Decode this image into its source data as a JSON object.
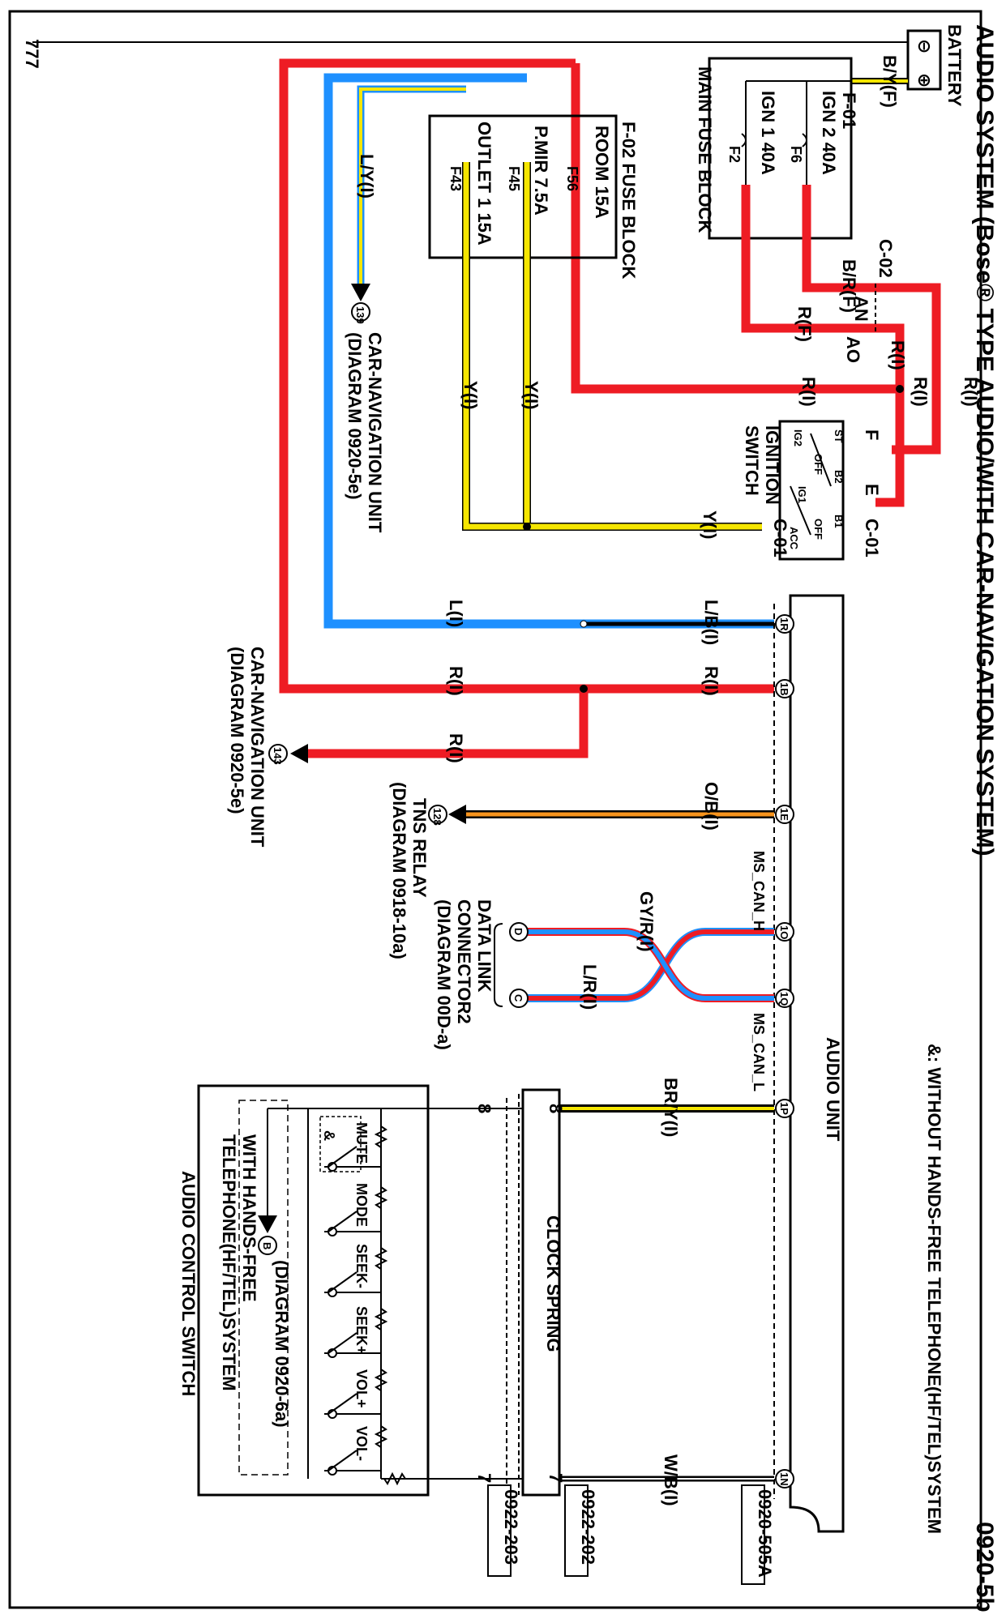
{
  "title": "AUDIO SYSTEM (Bose® TYPE AUDIO/WITH CAR-NAVIGATION SYSTEM)",
  "page_code": "0920-5b",
  "corner_mark": "777",
  "note": "&: WITHOUT HANDS-FREE TELEPHONE(HF/TEL)SYSTEM",
  "colors": {
    "red": "#ee1c24",
    "blue": "#1e90ff",
    "yellow": "#f5e600",
    "orange": "#f7941d",
    "black": "#000000"
  },
  "battery": {
    "label": "BATTERY",
    "minus": "⊖",
    "plus": "⊕"
  },
  "main_fuse_block": {
    "label": "MAIN FUSE BLOCK",
    "connector": "F-01",
    "fuses": [
      {
        "name": "IGN 2 40A",
        "id": "F6"
      },
      {
        "name": "IGN 1 40A",
        "id": "F2"
      }
    ]
  },
  "fuse_block_f02": {
    "label": "F-02 FUSE BLOCK",
    "fuses": [
      {
        "name": "ROOM 15A",
        "id": "F56"
      },
      {
        "name": "P.MIR 7.5A",
        "id": "F45"
      },
      {
        "name": "OUTLET 1 15A",
        "id": "F43"
      }
    ]
  },
  "ignition_switch": {
    "label_1": "IGNITION",
    "label_2": "SWITCH",
    "connector": "C-01",
    "terminal_f": "F",
    "terminal_e": "E",
    "positions": [
      "ST",
      "B2",
      "IG2",
      "OFF",
      "IG1",
      "B1",
      "ACC",
      "OFF"
    ]
  },
  "connector_c02": {
    "label": "C-02",
    "pin_an": "AN",
    "pin_ao": "AO"
  },
  "wires": {
    "by": "B/Y(F)",
    "brf": "B/R(F)",
    "rf": "R(F)",
    "ri": "R(I)",
    "yi": "Y(I)",
    "ly": "L/Y(I)",
    "li": "L(I)",
    "lb": "L/B(I)",
    "ob": "O/B(I)",
    "gyr": "GY/R(I)",
    "lr": "L/R(I)",
    "bry": "BR/Y(I)",
    "wb": "W/B(I)"
  },
  "nav_unit_1": {
    "label": "CAR-NAVIGATION UNIT",
    "diagram": "(DIAGRAM 0920-5e)",
    "ref": "139"
  },
  "nav_unit_2": {
    "label": "CAR-NAVIGATION UNIT",
    "diagram": "(DIAGRAM 0920-5e)",
    "ref": "143"
  },
  "tns_relay": {
    "label": "TNS RELAY",
    "diagram": "(DIAGRAM 0918-10a)",
    "ref": "128"
  },
  "data_link": {
    "label_1": "DATA LINK",
    "label_2": "CONNECTOR2",
    "diagram": "(DIAGRAM 00D-a)",
    "pin_d": "D",
    "pin_c": "C"
  },
  "can": {
    "high": "MS_CAN_H",
    "low": "MS_CAN_L"
  },
  "audio_unit": {
    "label": "AUDIO UNIT",
    "pins": [
      "1R",
      "1B",
      "1E",
      "1O",
      "1Q",
      "1P",
      "1N"
    ],
    "connector_code": "0920-505A"
  },
  "clock_spring": {
    "label": "CLOCK SPRING",
    "code": "0922-202",
    "pin_8": "8",
    "pin_7": "7"
  },
  "audio_control_switch": {
    "label": "AUDIO CONTROL SWITCH",
    "code": "0922-203",
    "pin_8": "8",
    "pin_7": "7",
    "buttons": [
      "MUTE",
      "MODE",
      "SEEK-",
      "SEEK+",
      "VOL+",
      "VOL-"
    ],
    "amp": "&",
    "hf_ref": "B",
    "hf_diagram": "(DIAGRAM 0920-6a)",
    "hf_label_1": "WITH HANDS-FREE",
    "hf_label_2": "TELEPHONE(HF/TEL)SYSTEM"
  }
}
